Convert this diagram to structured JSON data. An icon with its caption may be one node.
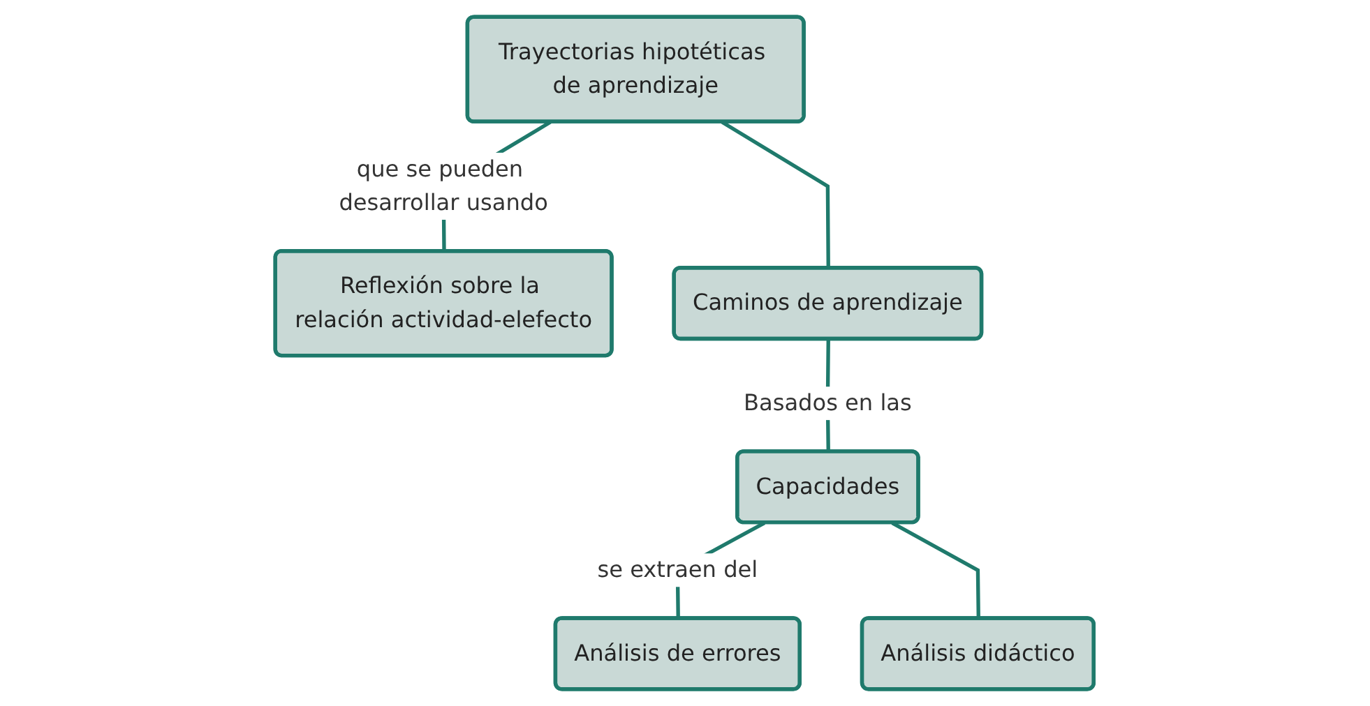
{
  "diagram": {
    "nodes": [
      {
        "text": [
          "Trayectorias hipotéticas de aprendizaje"
        ]
      },
      {
        "text": [
          "Reflexión sobre la relación actividad-elefecto"
        ]
      },
      {
        "text": [
          "Caminos de aprendizaje"
        ]
      },
      {
        "text": [
          "Capacidades"
        ]
      },
      {
        "text": [
          "Análisis de errores"
        ]
      },
      {
        "text": [
          "Análisis didáctico"
        ]
      }
    ],
    "edges": [
      {
        "from": 0,
        "to": 1,
        "arrow": "none",
        "label": "que se pueden desarrollar usando"
      },
      {
        "from": 0,
        "to": 2,
        "arrow": "none"
      },
      {
        "from": 2,
        "to": 3,
        "arrow": "none",
        "label": "Basados en las"
      },
      {
        "from": 3,
        "to": 4,
        "arrow": "none",
        "label": "se extraen del"
      },
      {
        "from": 3,
        "to": 5,
        "arrow": "none"
      }
    ]
  }
}
